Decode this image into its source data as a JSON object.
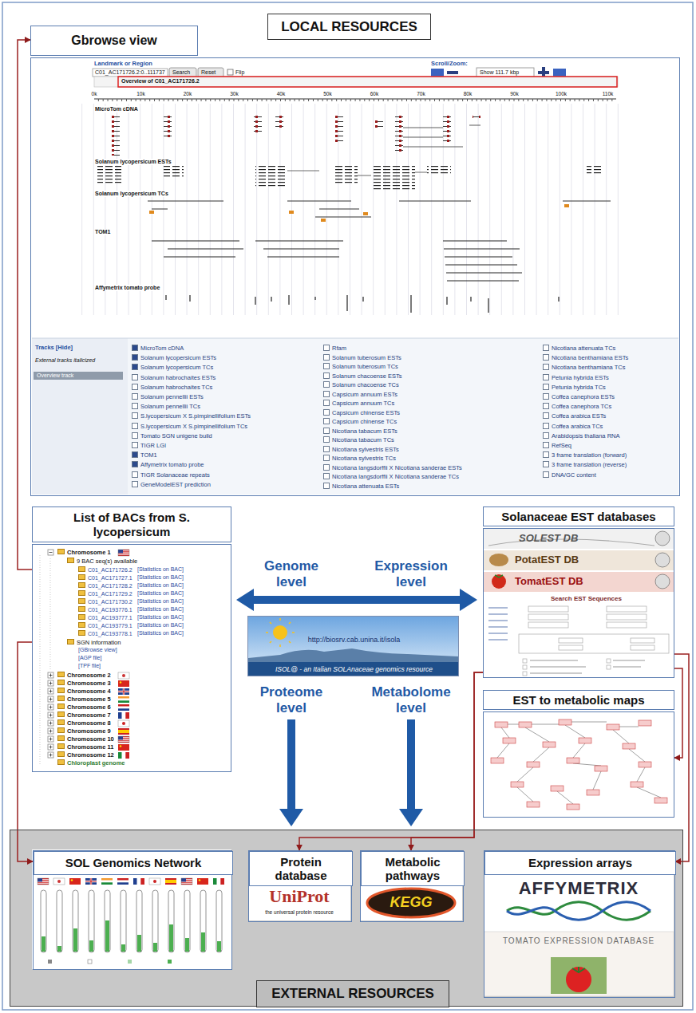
{
  "diagram": {
    "nodes": [
      {
        "text": [
          "LOCAL RESOURCES"
        ]
      },
      {
        "text": [
          "Gbrowse view"
        ]
      },
      {
        "text": [
          "List of BACs from S. lycopersicum"
        ]
      },
      {
        "text": [
          "http://biosrv.cab.unina.it/isola",
          "ISOL@ - an Italian SOLAnaceae genomics resource"
        ]
      },
      {
        "text": [
          "Solanaceae EST databases"
        ]
      },
      {
        "text": [
          "EST to metabolic maps"
        ]
      },
      {
        "text": [
          "EXTERNAL RESOURCES"
        ]
      },
      {
        "text": [
          "SOL Genomics Network"
        ],
        "in": 6
      },
      {
        "text": [
          "Protein database"
        ],
        "in": 6
      },
      {
        "text": [
          "Metabolic pathways"
        ],
        "in": 6
      },
      {
        "text": [
          "Expression arrays"
        ],
        "in": 6
      }
    ],
    "edges": [
      {
        "from": 2,
        "to": 1,
        "arrow": "to"
      },
      {
        "from": 2,
        "to": 7,
        "arrow": "to"
      },
      {
        "from": 4,
        "to": 10,
        "arrow": "to"
      },
      {
        "from": 4,
        "to": 5,
        "arrow": "to"
      },
      {
        "from": 4,
        "to": 8,
        "arrow": "to"
      },
      {
        "from": 4,
        "to": 9,
        "arrow": "to"
      }
    ],
    "labels": [
      "Landmark or Region",
      "C01_AC171726.2:0..111737",
      "Search",
      "Reset",
      "Flip",
      "Scroll/Zoom:",
      "Show 111.7 kbp",
      "Overview of C01_AC171726.2",
      "0k",
      "10k",
      "20k",
      "30k",
      "40k",
      "50k",
      "60k",
      "70k",
      "80k",
      "90k",
      "100k",
      "110k",
      "MicroTom cDNA",
      "Solanum lycopersicum ESTs",
      "Solanum lycopersicum TCs",
      "TOM1",
      "Affymetrix tomato probe",
      "Tracks [Hide]",
      "External tracks italicized",
      "Overview track",
      "MicroTom cDNA",
      "Solanum lycopersicum ESTs",
      "Solanum lycopersicum TCs",
      "Solanum habrochaites ESTs",
      "Solanum habrochaites TCs",
      "Solanum pennellii ESTs",
      "Solanum pennellii TCs",
      "S.lycopersicum X S.pimpinellifolium ESTs",
      "S.lycopersicum X S.pimpinellifolium TCs",
      "Tomato SGN unigene build",
      "TIGR LGI",
      "TOM1",
      "Affymetrix tomato probe",
      "TIGR Solanaceae repeats",
      "GeneModelEST prediction",
      "Rfam",
      "Solanum tuberosum ESTs",
      "Solanum tuberosum TCs",
      "Solanum chacoense ESTs",
      "Solanum chacoense TCs",
      "Capsicum annuum ESTs",
      "Capsicum annuum TCs",
      "Capsicum chinense ESTs",
      "Capsicum chinense TCs",
      "Nicotiana tabacum ESTs",
      "Nicotiana tabacum TCs",
      "Nicotiana sylvestris ESTs",
      "Nicotiana sylvestris TCs",
      "Nicotiana langsdorffii X Nicotiana sanderae ESTs",
      "Nicotiana langsdorffii X Nicotiana sanderae TCs",
      "Nicotiana attenuata ESTs",
      "Nicotiana attenuata TCs",
      "Nicotiana benthamiana ESTs",
      "Nicotiana benthamiana TCs",
      "Petunia hybrida ESTs",
      "Petunia hybrida TCs",
      "Coffea canephora ESTs",
      "Coffea canephora TCs",
      "Coffea arabica ESTs",
      "Coffea arabica TCs",
      "Arabidopsis thaliana RNA",
      "RefSeq",
      "3 frame translation (forward)",
      "3 frame translation (reverse)",
      "DNA/GC content",
      "Chromosome 1",
      "9 BAC seq(s) available",
      "C01_AC171726.2",
      "C01_AC171727.1",
      "C01_AC171728.2",
      "C01_AC171729.2",
      "C01_AC171730.2",
      "C01_AC193776.1",
      "C01_AC193777.1",
      "C01_AC193779.1",
      "C01_AC193778.1",
      "[Statistics on BAC]",
      "[Statistics on BAC]",
      "[Statistics on BAC]",
      "[Statistics on BAC]",
      "[Statistics on BAC]",
      "[Statistics on BAC]",
      "[Statistics on BAC]",
      "[Statistics on BAC]",
      "[Statistics on BAC]",
      "SGN information",
      "[GBrowse view]",
      "[AGP file]",
      "[TPF file]",
      "Chromosome 2",
      "Chromosome 3",
      "Chromosome 4",
      "Chromosome 5",
      "Chromosome 6",
      "Chromosome 7",
      "Chromosome 8",
      "Chromosome 9",
      "Chromosome 10",
      "Chromosome 11",
      "Chromosome 12",
      "Chloroplast genome",
      "Genome level",
      "Expression level",
      "Proteome level",
      "Metabolome level",
      "SOLEST DB",
      "PotatEST DB",
      "TomatEST DB",
      "Search EST Sequences",
      "UniProt",
      "the universal protein resource",
      "KEGG",
      "AFFYMETRIX",
      "TOMATO EXPRESSION DATABASE"
    ]
  }
}
